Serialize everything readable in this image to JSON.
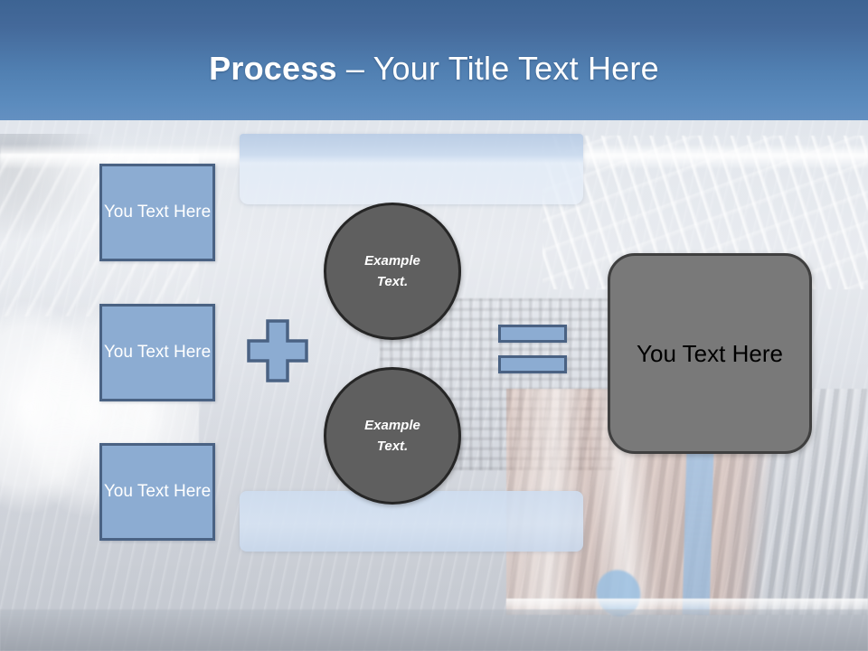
{
  "slide": {
    "title": {
      "strong": "Process",
      "rest": " – Your Title Text Here"
    },
    "background": {
      "description": "dishwasher-interior-photo"
    }
  },
  "inputs": {
    "boxes": [
      {
        "label": "You Text Here"
      },
      {
        "label": "You Text Here"
      },
      {
        "label": "You Text Here"
      }
    ]
  },
  "operators": {
    "plus": "plus-sign",
    "equals": "equals-sign"
  },
  "circles": [
    {
      "line1": "Example",
      "line2": "Text."
    },
    {
      "line1": "Example",
      "line2": "Text."
    }
  ],
  "result": {
    "label": "You Text Here"
  },
  "colors": {
    "title_bar_top": "#3D6493",
    "title_bar_bottom": "#6490C1",
    "box_fill": "#8CACD2",
    "box_border": "#4A6283",
    "circle_fill": "#5F5F5F",
    "circle_border": "#262626",
    "result_fill": "#797979",
    "result_border": "#3F3F3F",
    "plaque_fill": "#E2EAF5",
    "title_text": "#FFFFFF"
  }
}
